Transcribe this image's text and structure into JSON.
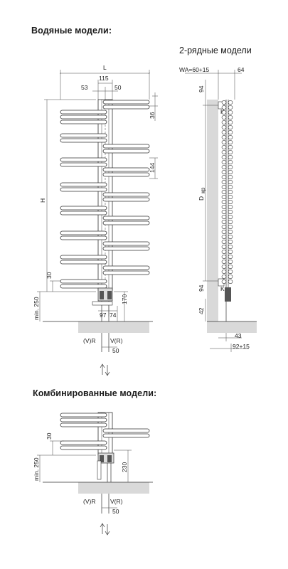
{
  "headings": {
    "water_models": "Водяные модели:",
    "two_row_models": "2-рядные модели",
    "combined_models": "Комбинированные модели:"
  },
  "front_view": {
    "dim_L": "L",
    "dim_115": "115",
    "dim_53": "53",
    "dim_50_top": "50",
    "dim_36": "36",
    "dim_144": "144",
    "dim_H": "H",
    "dim_30": "30",
    "dim_min250": "min. 250",
    "dim_170": "170",
    "dim_97": "97",
    "dim_74": "74",
    "label_VR_left": "(V)R",
    "label_VR_right": "V(R)",
    "dim_50_bottom": "50"
  },
  "side_view": {
    "dim_WA": "WA=60+15",
    "dim_64": "64",
    "dim_94_top": "94",
    "dim_D": "D",
    "dim_D_sub": "кр",
    "dim_94_bottom": "94",
    "dim_42": "42",
    "dim_43": "43",
    "dim_92": "92+15",
    "label_K": "K"
  },
  "combined_view": {
    "dim_30": "30",
    "dim_min250": "min. 250",
    "dim_230": "230",
    "label_VR_left": "(V)R",
    "label_VR_right": "V(R)",
    "dim_50": "50"
  },
  "colors": {
    "line": "#333333",
    "floor": "#d9d9d9"
  }
}
